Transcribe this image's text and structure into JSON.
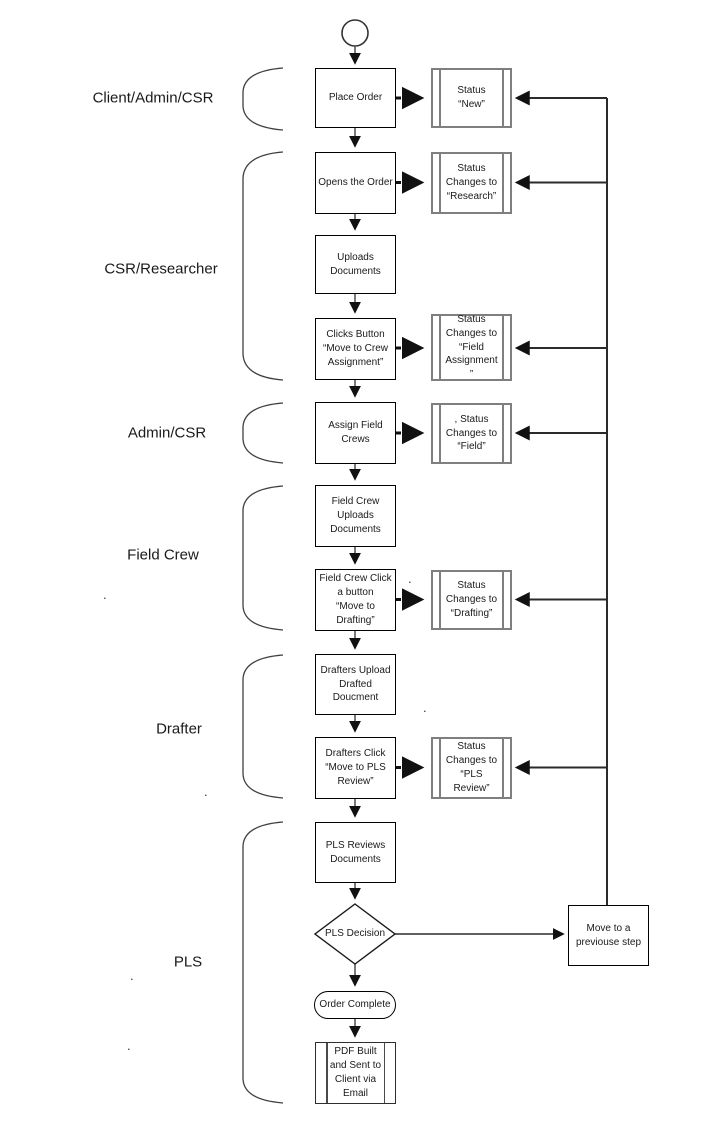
{
  "diagram": {
    "title_hint": "Order workflow flowchart",
    "roles": [
      {
        "label": "Client/Admin/CSR"
      },
      {
        "label": "CSR/Researcher"
      },
      {
        "label": "Admin/CSR"
      },
      {
        "label": "Field Crew"
      },
      {
        "label": "Drafter"
      },
      {
        "label": "PLS"
      }
    ],
    "steps": {
      "place_order": "Place Order",
      "opens_order": "Opens the Order",
      "uploads_documents": "Uploads\nDocuments",
      "clicks_button_crew": "Clicks Button\n“Move to Crew\nAssignment”",
      "assign_field_crews": "Assign Field\nCrews",
      "field_crew_uploads": "Field Crew\nUploads\nDocuments",
      "field_crew_click_drafting": "Field Crew Click\na button\n“Move to\nDrafting”",
      "drafters_upload": "Drafters Upload\nDrafted\nDoucment",
      "drafters_click_pls": "Drafters Click\n“Move to PLS\nReview”",
      "pls_reviews": "PLS Reviews\nDocuments",
      "pls_decision": "PLS Decision",
      "order_complete": "Order Complete",
      "pdf_built": "PDF Built\nand Sent to\nClient via\nEmail",
      "move_previous": "Move to a\npreviouse step"
    },
    "statuses": {
      "new": "Status\n“New”",
      "research": "Status\nChanges to\n“Research”",
      "field_assignment": "Status\nChanges to\n“Field\nAssignment\n”",
      "field": ", Status\nChanges to\n“Field”",
      "drafting": "Status\nChanges to\n“Drafting”",
      "pls_review": "Status\nChanges to\n“PLS\nReview”"
    },
    "misc": {
      "stray_period": "."
    },
    "colors": {
      "process_border": "#000000",
      "status_border": "#7f7f7f",
      "connector_gray": "#595959",
      "arrow_black": "#111111",
      "background": "#ffffff"
    }
  }
}
